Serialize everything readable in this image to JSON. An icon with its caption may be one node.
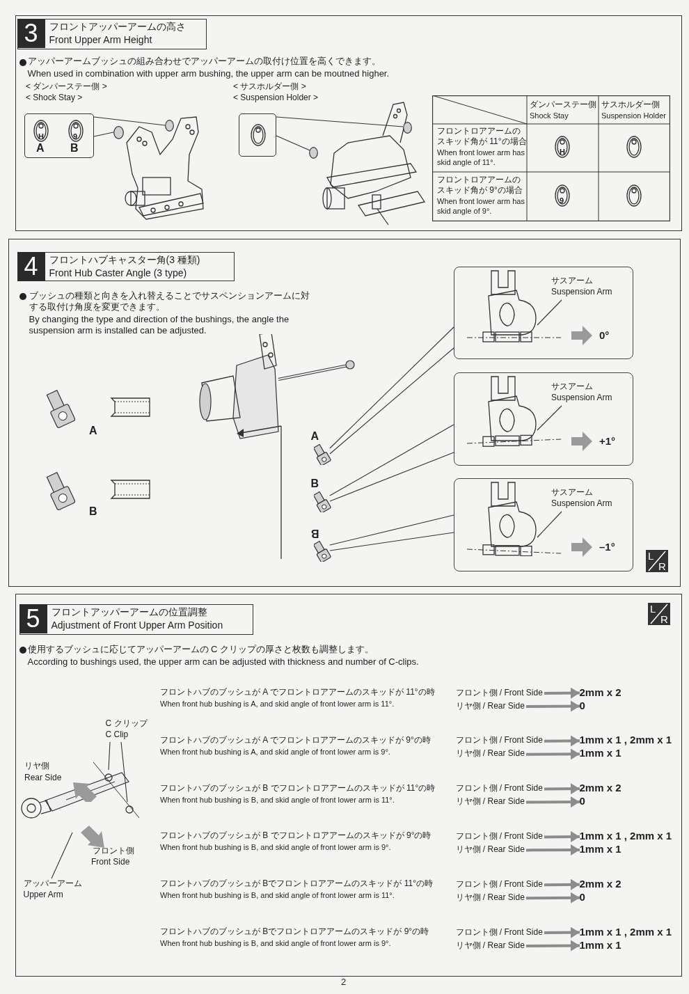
{
  "diagram": {
    "nodes": [
      {
        "text": [
          "アッパーアームブッシュの組み合わせでアッパーアームの取付け位置を高くできます。",
          "When used in combination with upper arm bushing, the upper arm can be moutned higher."
        ]
      },
      {
        "text": [
          "3",
          "フロントアッパーアームの高さ",
          "Front Upper Arm Height"
        ],
        "in": 0
      },
      {
        "text": [
          "H",
          "9",
          "A",
          "B"
        ],
        "in": 0
      },
      {
        "text": [],
        "shape": "box",
        "in": 0
      },
      {
        "text": [
          "ブッシュの種類と向きを入れ替えることでサスペンションアームに対する取付け角度を変更できます。",
          "By changing the type and direction of the bushings, the angle the suspension arm is installed can be adjusted."
        ]
      },
      {
        "text": [
          "4",
          "フロントハブキャスター角(3 種類)",
          "Front Hub Caster Angle (3 type)"
        ],
        "in": 4
      },
      {
        "text": [
          "0°"
        ],
        "in": 4
      },
      {
        "text": [
          "サスアーム",
          "Suspension Arm"
        ],
        "in": 6
      },
      {
        "text": [
          "+1°"
        ],
        "in": 4
      },
      {
        "text": [
          "サスアーム",
          "Suspension Arm"
        ],
        "in": 8
      },
      {
        "text": [
          "–1°"
        ],
        "in": 4
      },
      {
        "text": [
          "サスアーム",
          "Suspension Arm"
        ],
        "in": 10
      },
      {
        "text": [
          "A"
        ],
        "in": 4
      },
      {
        "text": [
          "B"
        ],
        "in": 4
      },
      {
        "text": [
          "B"
        ],
        "in": 4
      },
      {
        "text": [
          "使用するブッシュに応じてアッパーアームの C クリップの厚さと枚数も調整します。",
          "According to bushings used, the upper arm can be adjusted with thickness and number of C-clips."
        ]
      },
      {
        "text": [
          "5",
          "フロントアッパーアームの位置調整",
          "Adjustment of Front Upper Arm Position"
        ],
        "in": 15
      },
      {
        "text": [
          "C クリップ",
          "C Clip"
        ],
        "in": 15
      },
      {
        "text": [
          "アッパーアーム",
          "Upper Arm"
        ],
        "in": 15
      },
      {
        "text": [
          "フロント側 / Front Side"
        ],
        "in": 15
      },
      {
        "text": [
          "2mm x 2"
        ],
        "in": 15
      },
      {
        "text": [
          "リヤ側 / Rear Side"
        ],
        "in": 15
      },
      {
        "text": [
          "0"
        ],
        "in": 15
      },
      {
        "text": [
          "フロント側 / Front Side"
        ],
        "in": 15
      },
      {
        "text": [
          "1mm x 1 , 2mm x 1"
        ],
        "in": 15
      },
      {
        "text": [
          "リヤ側 / Rear Side"
        ],
        "in": 15
      },
      {
        "text": [
          "1mm x 1"
        ],
        "in": 15
      },
      {
        "text": [
          "フロント側 / Front Side"
        ],
        "in": 15
      },
      {
        "text": [
          "2mm x 2"
        ],
        "in": 15
      },
      {
        "text": [
          "リヤ側 / Rear Side"
        ],
        "in": 15
      },
      {
        "text": [
          "0"
        ],
        "in": 15
      },
      {
        "text": [
          "フロント側 / Front Side"
        ],
        "in": 15
      },
      {
        "text": [
          "1mm x 1 , 2mm x 1"
        ],
        "in": 15
      },
      {
        "text": [
          "リヤ側 / Rear Side"
        ],
        "in": 15
      },
      {
        "text": [
          "1mm x 1"
        ],
        "in": 15
      },
      {
        "text": [
          "フロント側 / Front Side"
        ],
        "in": 15
      },
      {
        "text": [
          "2mm x 2"
        ],
        "in": 15
      },
      {
        "text": [
          "リヤ側 / Rear Side"
        ],
        "in": 15
      },
      {
        "text": [
          "0"
        ],
        "in": 15
      },
      {
        "text": [
          "フロント側 / Front Side"
        ],
        "in": 15
      },
      {
        "text": [
          "1mm x 1 , 2mm x 1"
        ],
        "in": 15
      },
      {
        "text": [
          "リヤ側 / Rear Side"
        ],
        "in": 15
      },
      {
        "text": [
          "1mm x 1"
        ],
        "in": 15
      },
      {
        "text": [],
        "shape": "cylinder",
        "in": 0
      },
      {
        "text": [],
        "shape": "cylinder",
        "in": 0
      },
      {
        "text": [],
        "shape": "cylinder",
        "in": 0
      },
      {
        "text": [],
        "shape": "cylinder",
        "in": 0
      }
    ],
    "edges": [
      {
        "from": 2,
        "to": 43,
        "arrow": "none"
      },
      {
        "from": 2,
        "to": 44,
        "arrow": "none"
      },
      {
        "from": 3,
        "to": 45,
        "arrow": "none"
      },
      {
        "from": 3,
        "to": 46,
        "arrow": "none"
      },
      {
        "from": 6,
        "to": 12,
        "arrow": "none"
      },
      {
        "from": 6,
        "to": 12,
        "arrow": "none"
      },
      {
        "from": 8,
        "to": 13,
        "arrow": "none"
      },
      {
        "from": 8,
        "to": 13,
        "arrow": "none"
      },
      {
        "from": 10,
        "to": 14,
        "arrow": "none"
      },
      {
        "from": 10,
        "to": 14,
        "arrow": "none"
      },
      {
        "from": 7,
        "to": null,
        "arrow": "none"
      },
      {
        "from": 9,
        "to": null,
        "arrow": "none"
      },
      {
        "from": 11,
        "to": null,
        "arrow": "none"
      },
      {
        "from": 17,
        "to": null,
        "arrow": "none"
      },
      {
        "from": 17,
        "to": null,
        "arrow": "none"
      },
      {
        "from": 18,
        "to": null,
        "arrow": "none"
      },
      {
        "from": 19,
        "to": 20,
        "arrow": "to",
        "style": "thick",
        "color": "#8c8c8c"
      },
      {
        "from": 21,
        "to": 22,
        "arrow": "to",
        "style": "thick",
        "color": "#8c8c8c"
      },
      {
        "from": 23,
        "to": 24,
        "arrow": "to",
        "style": "thick",
        "color": "#8c8c8c"
      },
      {
        "from": 25,
        "to": 26,
        "arrow": "to",
        "style": "thick",
        "color": "#8c8c8c"
      },
      {
        "from": 27,
        "to": 28,
        "arrow": "to",
        "style": "thick",
        "color": "#8c8c8c"
      },
      {
        "from": 29,
        "to": 30,
        "arrow": "to",
        "style": "thick",
        "color": "#8c8c8c"
      },
      {
        "from": 31,
        "to": 32,
        "arrow": "to",
        "style": "thick",
        "color": "#8c8c8c"
      },
      {
        "from": 33,
        "to": 34,
        "arrow": "to",
        "style": "thick",
        "color": "#8c8c8c"
      },
      {
        "from": 35,
        "to": 36,
        "arrow": "to",
        "style": "thick",
        "color": "#8c8c8c"
      },
      {
        "from": 37,
        "to": 38,
        "arrow": "to",
        "style": "thick",
        "color": "#8c8c8c"
      },
      {
        "from": 39,
        "to": 40,
        "arrow": "to",
        "style": "thick",
        "color": "#8c8c8c"
      },
      {
        "from": 41,
        "to": 42,
        "arrow": "to",
        "style": "thick",
        "color": "#8c8c8c"
      }
    ],
    "labels": [
      "< ダンパーステー側 >",
      "< Shock Stay >",
      "< サスホルダー側 >",
      "< Suspension Holder >",
      "ダンパーステー側",
      "Shock Stay",
      "サスホルダー側",
      "Suspension Holder",
      "フロントロアアームのスキッド角が 11°の場合",
      "When front lower arm has skid angle of 11°.",
      "H",
      "フロントロアアームのスキッド角が 9°の場合",
      "When front lower arm has skid angle of 9°.",
      "9",
      "A",
      "B",
      "L",
      "R",
      "L",
      "R",
      "リヤ側",
      "Rear Side",
      "フロント側",
      "Front Side",
      "フロントハブのブッシュが A でフロントロアアームのスキッドが 11°の時",
      "When front hub bushing is A, and skid angle of front lower arm is 11°.",
      "フロントハブのブッシュが A でフロントロアアームのスキッドが 9°の時",
      "When front hub bushing is A, and skid angle of front lower arm is 9°.",
      "フロントハブのブッシュが B でフロントロアアームのスキッドが 11°の時",
      "When front hub bushing is B, and skid angle of front lower arm is 11°.",
      "フロントハブのブッシュが B でフロントロアアームのスキッドが 9°の時",
      "When front hub bushing is B, and skid angle of front lower arm is 9°.",
      "フロントハブのブッシュが Bでフロントロアアームのスキッドが 11°の時",
      "When front hub bushing is B, and skid angle of front lower arm is 11°.",
      "フロントハブのブッシュが Bでフロントロアアームのスキッドが 9°の時",
      "When front hub bushing is B, and skid angle of front lower arm is 9°.",
      "2"
    ]
  }
}
